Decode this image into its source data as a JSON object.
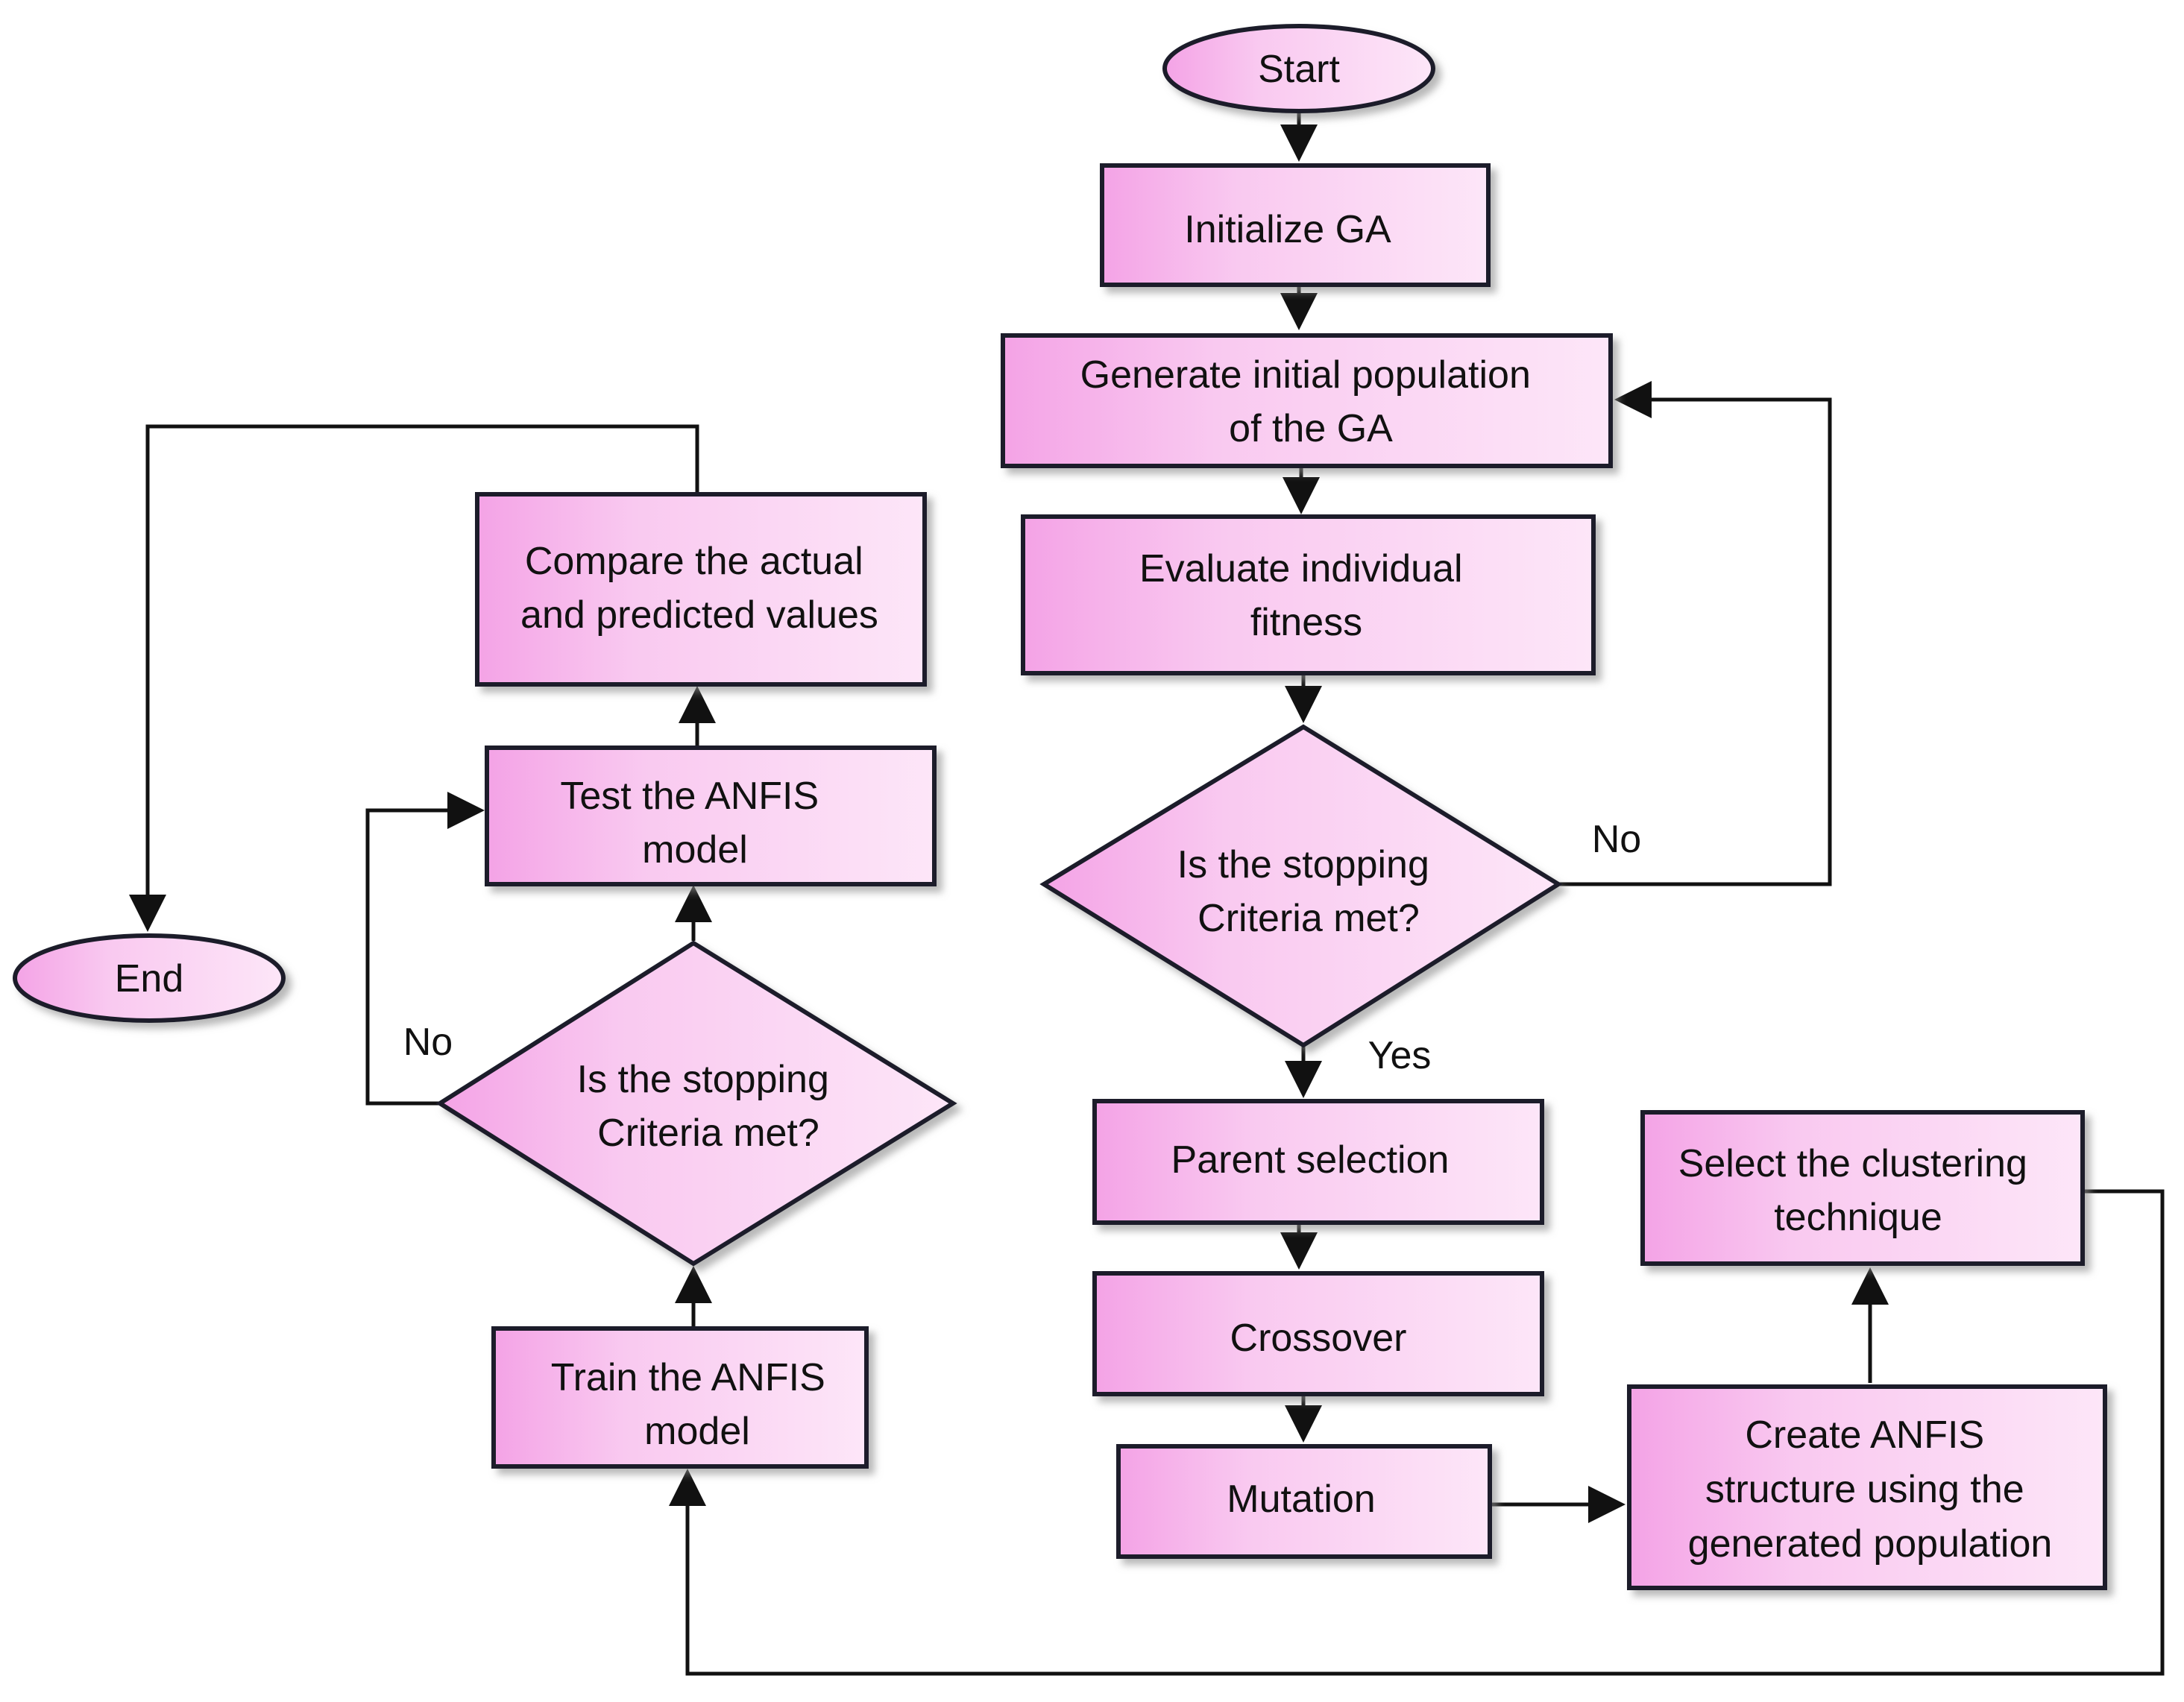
{
  "colors": {
    "fill_light": "#fde6f8",
    "fill_dark": "#f4a3e6",
    "stroke": "#1a1f2a",
    "line": "#111111",
    "shadow": "#8a8a8a"
  },
  "nodes": {
    "start": "Start",
    "init_ga": "Initialize GA",
    "gen_pop": [
      "Generate initial population",
      "of the GA"
    ],
    "eval_fit": [
      "Evaluate individual",
      "fitness"
    ],
    "ga_stop": [
      "Is the stopping",
      "Criteria met?"
    ],
    "parent_sel": "Parent selection",
    "crossover": "Crossover",
    "mutation": "Mutation",
    "create_anfis": [
      "Create ANFIS",
      "structure using the",
      "generated population"
    ],
    "select_cluster": [
      "Select the clustering",
      "technique"
    ],
    "train_anfis": [
      "Train the ANFIS",
      "model"
    ],
    "anfis_stop": [
      "Is the stopping",
      "Criteria met?"
    ],
    "test_anfis": [
      "Test the ANFIS",
      "model"
    ],
    "compare": [
      "Compare the actual",
      "and predicted values"
    ],
    "end": "End"
  },
  "edge_labels": {
    "ga_no": "No",
    "ga_yes": "Yes",
    "anfis_no": "No"
  }
}
